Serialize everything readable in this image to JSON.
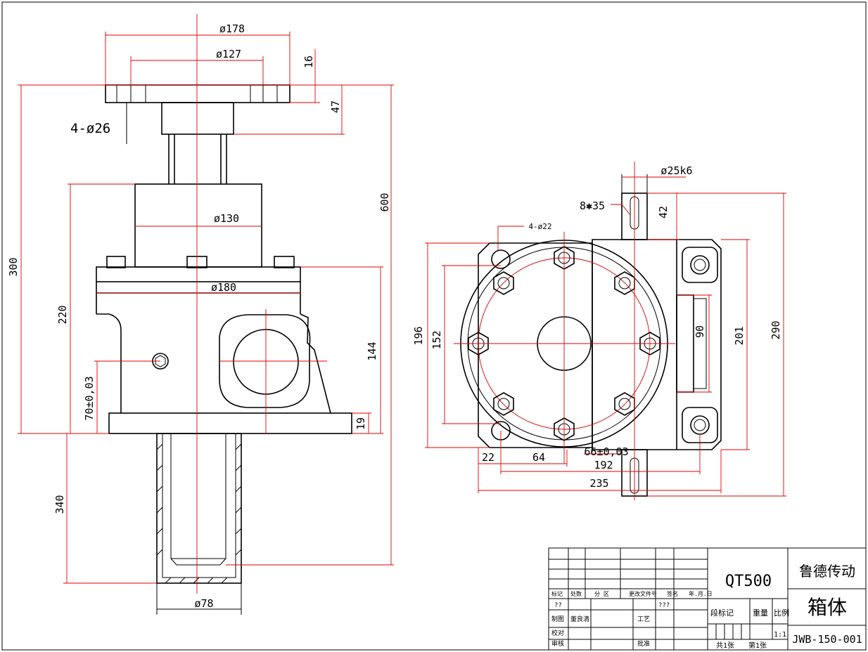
{
  "front_view": {
    "dims": {
      "flange_dia": "ø178",
      "bolt_circle": "ø127",
      "flange_thk": "16",
      "flange_height": "47",
      "flange_holes": "4-ø26",
      "cover_dia": "ø130",
      "body_dia": "ø180",
      "overall": "600",
      "upper": "300",
      "body_height": "220",
      "center_height": "144",
      "input_axis": "70±0,03",
      "base_thk": "19",
      "screw_len": "340",
      "tube_dia": "ø78"
    }
  },
  "side_view": {
    "dims": {
      "shaft_dia": "ø25k6",
      "key": "8✱35",
      "shaft_len": "42",
      "holes": "4-ø22",
      "outer": "196",
      "bolt": "152",
      "slot": "90",
      "height": "201",
      "total_h": "290",
      "d22": "22",
      "d64": "64",
      "d66": "66±0,03",
      "d192": "192",
      "d235": "235"
    }
  },
  "title_block": {
    "material": "QT500",
    "company": "鲁德传动",
    "part_name": "箱体",
    "drawing_no": "JWB-150-001",
    "scale": "1:1",
    "sheets": "共1张",
    "sheet": "第1张",
    "headers": {
      "mark": "标记",
      "count": "处数",
      "zone": "分 区",
      "change_doc": "更改文件号",
      "sign": "签名",
      "date": "年.月.日",
      "stage": "段标记",
      "weight": "重量",
      "ratio": "比例"
    },
    "roles": {
      "drawn": "制图",
      "drawn_name": "董良清",
      "process": "工艺",
      "check": "校对",
      "review": "审核",
      "approve": "批准",
      "q1": "??",
      "q2": "???"
    }
  }
}
